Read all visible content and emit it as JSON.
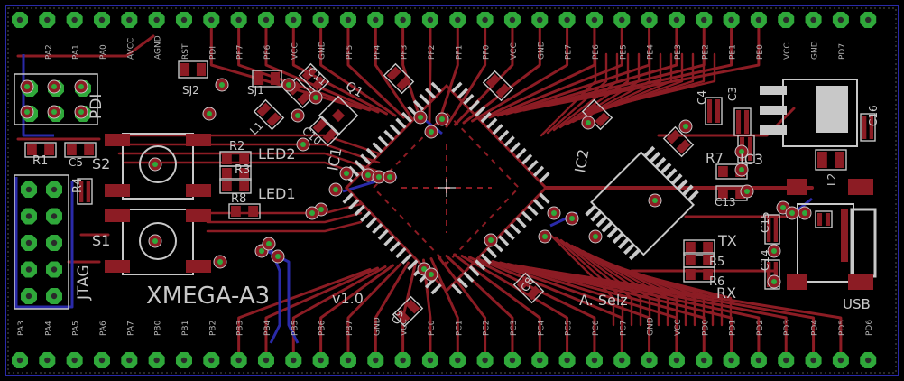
{
  "board": {
    "title": "XMEGA-A3",
    "version": "v1.0",
    "author": "A. Selz",
    "colors": {
      "background": "#000000",
      "copper_top": "#8c1c24",
      "copper_bottom": "#2a2aa8",
      "pad": "#2fa83a",
      "silkscreen": "#c8c8c8",
      "drill": "#2a2a2a"
    }
  },
  "top_header_pins": [
    "PA2",
    "PA1",
    "PA0",
    "AVCC",
    "AGND",
    "RST",
    "PDI",
    "PF7",
    "PF6",
    "VCC",
    "GND",
    "PF5",
    "PF4",
    "PF3",
    "PF2",
    "PF1",
    "PF0",
    "VCC",
    "GND",
    "PE7",
    "PE6",
    "PE5",
    "PE4",
    "PE3",
    "PE2",
    "PE1",
    "PE0",
    "VCC",
    "GND",
    "PD7"
  ],
  "bottom_header_pins": [
    "PA3",
    "PA4",
    "PA5",
    "PA6",
    "PA7",
    "PB0",
    "PB1",
    "PB2",
    "PB3",
    "PB4",
    "PB5",
    "PB6",
    "PB7",
    "GND",
    "VCC",
    "PC0",
    "PC1",
    "PC2",
    "PC3",
    "PC4",
    "PC5",
    "PC6",
    "PC7",
    "GND",
    "VCC",
    "PD0",
    "PD1",
    "PD2",
    "PD3",
    "PD4",
    "PD5",
    "PD6"
  ],
  "silkscreen_labels": {
    "pdi": "PDI",
    "jtag": "JTAG",
    "s1": "S1",
    "s2": "S2",
    "led1": "LED1",
    "led2": "LED2",
    "r1": "R1",
    "r2": "R2",
    "r3": "R3",
    "r4": "R4",
    "r5": "R5",
    "r6": "R6",
    "r7": "R7",
    "r8": "R8",
    "c3": "C3",
    "c4": "C4",
    "c5": "C5",
    "c8": "C8",
    "c9": "C9",
    "c10": "C10",
    "c11": "C11",
    "c13": "C13",
    "c14": "C14",
    "c15": "C15",
    "c16": "C16",
    "ic1": "IC1",
    "ic2": "IC2",
    "ic3": "IC3",
    "q1": "Q1",
    "sj1": "SJ1",
    "sj2": "SJ2",
    "l1": "L1",
    "l2": "L2",
    "tx": "TX",
    "rx": "RX",
    "usb": "USB"
  }
}
